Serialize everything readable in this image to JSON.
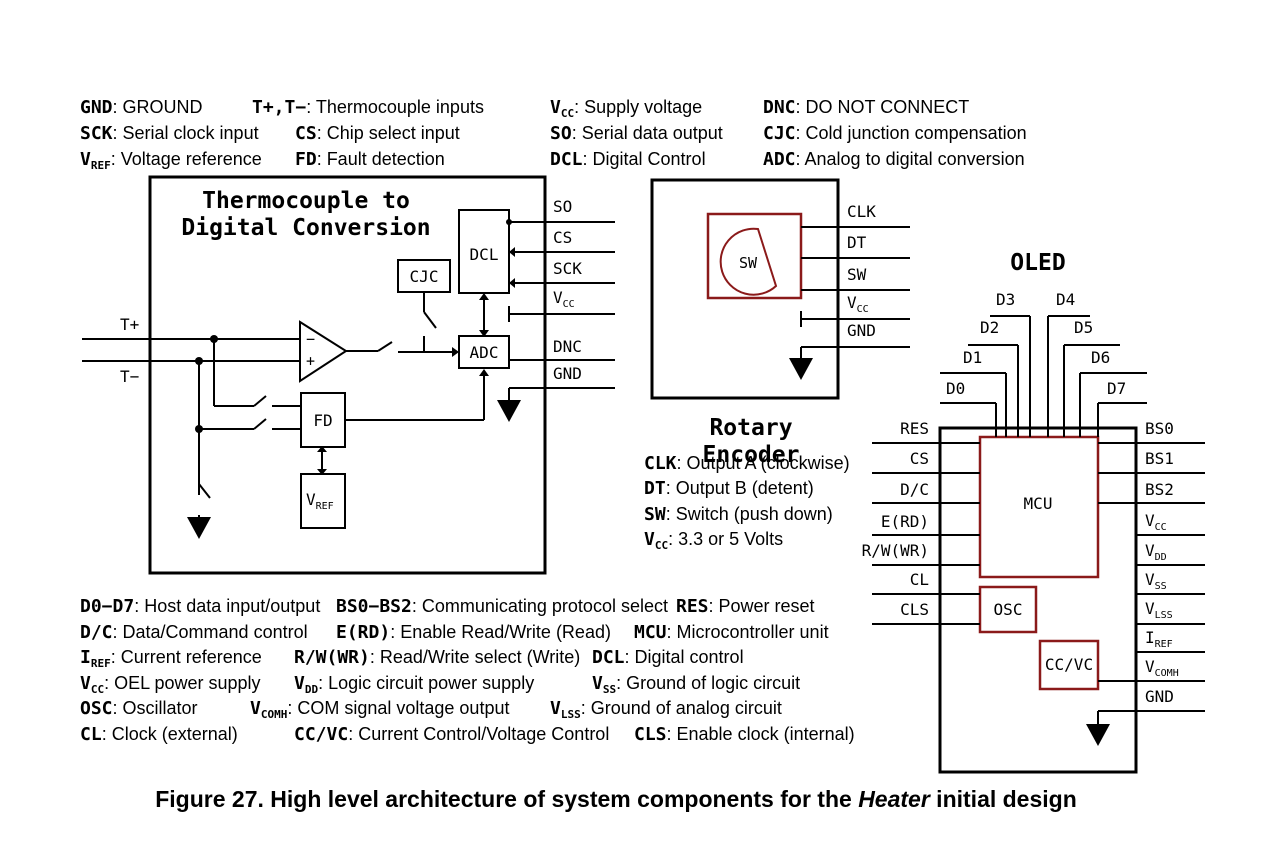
{
  "legend_top": {
    "col1": [
      {
        "key": "GND",
        "desc": ": GROUND"
      },
      {
        "key": "SCK",
        "desc": ": Serial clock input"
      },
      {
        "key": "V",
        "sub": "REF",
        "desc": ": Voltage reference"
      }
    ],
    "col2": [
      {
        "key": "T+,T−",
        "desc": ": Thermocouple inputs"
      },
      {
        "key": "CS",
        "desc": ": Chip select input"
      },
      {
        "key": "FD",
        "desc": ": Fault detection"
      }
    ],
    "col3": [
      {
        "key": "V",
        "sub": "CC",
        "desc": ": Supply voltage"
      },
      {
        "key": "SO",
        "desc": ": Serial data output"
      },
      {
        "key": "DCL",
        "desc": ": Digital Control"
      }
    ],
    "col4": [
      {
        "key": "DNC",
        "desc": ": DO NOT CONNECT"
      },
      {
        "key": "CJC",
        "desc": ": Cold junction compensation"
      },
      {
        "key": "ADC",
        "desc": ": Analog to digital conversion"
      }
    ]
  },
  "thermocouple": {
    "title_line1": "Thermocouple to",
    "title_line2": "Digital Conversion",
    "blocks": {
      "dcl": "DCL",
      "cjc": "CJC",
      "adc": "ADC",
      "fd": "FD",
      "vref": "V",
      "vref_sub": "REF"
    },
    "inputs": {
      "tplus": "T+",
      "tminus": "T−"
    },
    "pins": {
      "so": "SO",
      "cs": "CS",
      "sck": "SCK",
      "vcc": "V",
      "vcc_sub": "CC",
      "dnc": "DNC",
      "gnd": "GND"
    }
  },
  "encoder": {
    "title_line1": "Rotary",
    "title_line2": "Encoder",
    "switch": "SW",
    "pins": {
      "clk": "CLK",
      "dt": "DT",
      "sw": "SW",
      "vcc": "V",
      "vcc_sub": "CC",
      "gnd": "GND"
    },
    "legend": [
      {
        "key": "CLK",
        "desc": ": Output A (clockwise)"
      },
      {
        "key": "DT",
        "desc": ": Output B (detent)"
      },
      {
        "key": "SW",
        "desc": ": Switch (push down)"
      },
      {
        "key": "V",
        "sub": "CC",
        "desc": ": 3.3 or 5 Volts"
      }
    ]
  },
  "oled": {
    "title": "OLED",
    "blocks": {
      "mcu": "MCU",
      "osc": "OSC",
      "ccvc": "CC/VC"
    },
    "top_pins": [
      "D0",
      "D1",
      "D2",
      "D3",
      "D4",
      "D5",
      "D6",
      "D7"
    ],
    "left_pins": [
      "RES",
      "CS",
      "D/C",
      "E(RD)",
      "R/W(WR)",
      "CL",
      "CLS"
    ],
    "right_pins": [
      {
        "t": "BS0"
      },
      {
        "t": "BS1"
      },
      {
        "t": "BS2"
      },
      {
        "t": "V",
        "sub": "CC"
      },
      {
        "t": "V",
        "sub": "DD"
      },
      {
        "t": "V",
        "sub": "SS"
      },
      {
        "t": "V",
        "sub": "LSS"
      },
      {
        "t": "I",
        "sub": "REF"
      },
      {
        "t": "V",
        "sub": "COMH"
      },
      {
        "t": "GND"
      }
    ]
  },
  "legend_bottom": {
    "col1": [
      {
        "key": "D0−D7",
        "desc": ": Host data input/output"
      },
      {
        "key": "D/C",
        "desc": ": Data/Command control"
      },
      {
        "key": "I",
        "sub": "REF",
        "desc": ": Current reference"
      },
      {
        "key": "V",
        "sub": "CC",
        "desc": ": OEL power supply"
      },
      {
        "key": "OSC",
        "desc": ": Oscillator"
      },
      {
        "key": "CL",
        "desc": ": Clock (external)"
      }
    ],
    "col2": [
      {
        "key": "BS0−BS2",
        "desc": ": Communicating protocol select"
      },
      {
        "key": "E(RD)",
        "desc": ": Enable Read/Write (Read)"
      },
      {
        "key": "R/W(WR)",
        "desc": ": Read/Write select (Write)"
      },
      {
        "key": "V",
        "sub": "DD",
        "desc": ": Logic circuit power supply"
      },
      {
        "key": "V",
        "sub": "COMH",
        "desc": ": COM signal voltage output"
      },
      {
        "key": "CC/VC",
        "desc": ": Current Control/Voltage Control"
      }
    ],
    "col3": [
      {
        "key": "RES",
        "desc": ": Power reset"
      },
      {
        "key": "MCU",
        "desc": ": Microcontroller unit"
      },
      {
        "key": "DCL",
        "desc": ": Digital control"
      },
      {
        "key": "V",
        "sub": "SS",
        "desc": ": Ground of logic circuit"
      },
      {
        "key": "V",
        "sub": "LSS",
        "desc": ": Ground of analog circuit"
      },
      {
        "key": "CLS",
        "desc": ": Enable clock (internal)"
      }
    ]
  },
  "caption": {
    "prefix": "Figure 27. High level architecture of system components for the ",
    "italic": "Heater",
    "suffix": " initial design"
  },
  "colors": {
    "line": "#000000",
    "accent": "#8b1a1a",
    "text": "#000000"
  }
}
